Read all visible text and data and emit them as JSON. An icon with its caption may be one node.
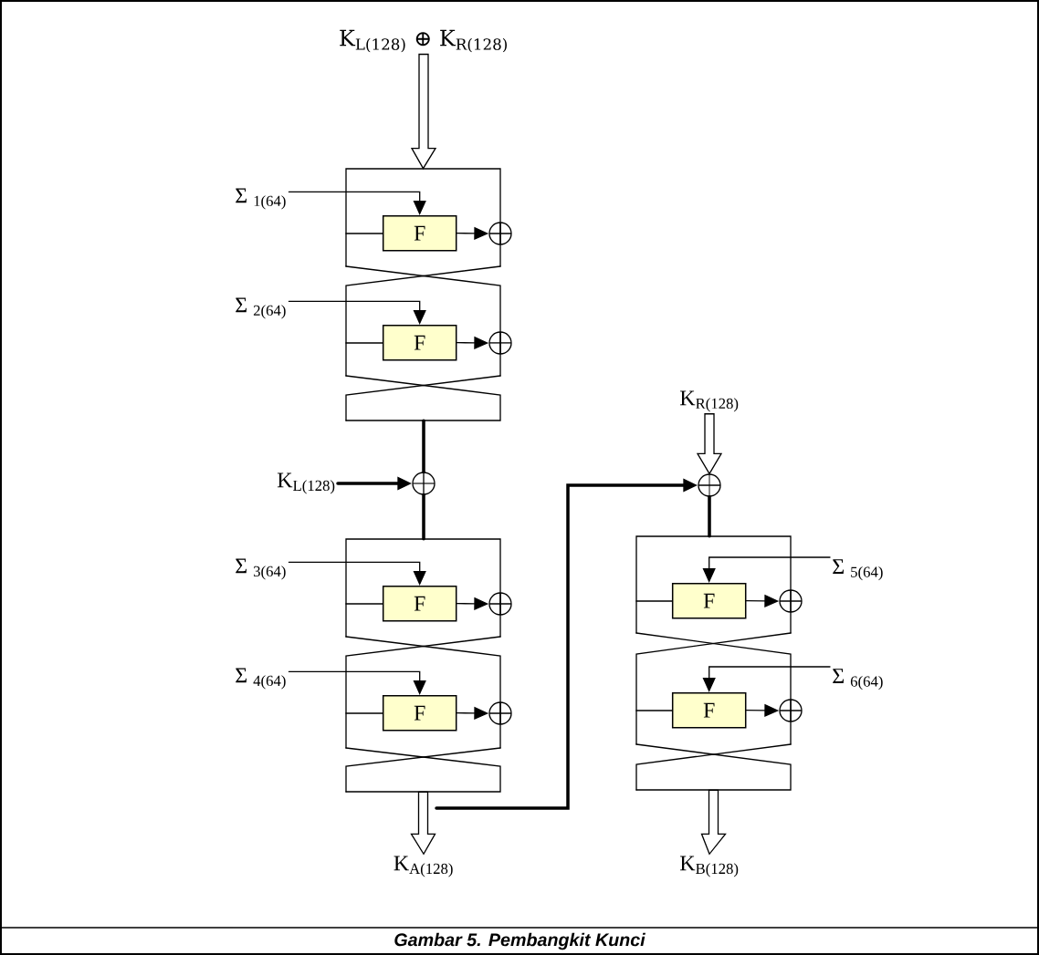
{
  "diagram": {
    "caption": "Gambar 5. Pembangkit Kunci",
    "nodes": [
      {
        "text": [
          "K$_{L(128)}$ ⊕ K$_{R(128)}$"
        ]
      },
      {
        "text": [],
        "shape": "box"
      },
      {
        "text": [
          "Σ $_{1(64)}$"
        ]
      },
      {
        "text": [
          "F"
        ],
        "in": 1
      },
      {
        "text": [],
        "shape": "circle"
      },
      {
        "text": [
          "Σ $_{2(64)}$"
        ]
      },
      {
        "text": [
          "F"
        ],
        "in": 1
      },
      {
        "text": [],
        "shape": "circle"
      },
      {
        "text": [
          "K$_{L(128)}$"
        ]
      },
      {
        "text": [],
        "shape": "circle"
      },
      {
        "text": [],
        "shape": "box"
      },
      {
        "text": [
          "Σ $_{3(64)}$"
        ]
      },
      {
        "text": [
          "F"
        ],
        "in": 10
      },
      {
        "text": [],
        "shape": "circle"
      },
      {
        "text": [
          "Σ $_{4(64)}$"
        ]
      },
      {
        "text": [
          "F"
        ],
        "in": 10
      },
      {
        "text": [],
        "shape": "circle"
      },
      {
        "text": [
          "K$_{A(128)}$"
        ]
      },
      {
        "text": [
          "K$_{R(128)}$"
        ]
      },
      {
        "text": [],
        "shape": "circle"
      },
      {
        "text": [],
        "shape": "box"
      },
      {
        "text": [
          "Σ $_{5(64)}$"
        ]
      },
      {
        "text": [
          "F"
        ],
        "in": 20
      },
      {
        "text": [],
        "shape": "circle"
      },
      {
        "text": [
          "Σ $_{6(64)}$"
        ]
      },
      {
        "text": [
          "F"
        ],
        "in": 20
      },
      {
        "text": [],
        "shape": "circle"
      },
      {
        "text": [
          "K$_{B(128)}$"
        ]
      }
    ],
    "edges": [
      {
        "from": 0,
        "to": 1,
        "arrow": "to"
      },
      {
        "from": 2,
        "to": 3,
        "arrow": "to"
      },
      {
        "from": 3,
        "to": 4,
        "arrow": "to"
      },
      {
        "from": 5,
        "to": 6,
        "arrow": "to"
      },
      {
        "from": 6,
        "to": 7,
        "arrow": "to"
      },
      {
        "from": 8,
        "to": 9,
        "arrow": "to",
        "style": "thick"
      },
      {
        "from": 1,
        "to": 9,
        "arrow": "none",
        "style": "thick"
      },
      {
        "from": 9,
        "to": 10,
        "arrow": "none",
        "style": "thick"
      },
      {
        "from": 11,
        "to": 12,
        "arrow": "to"
      },
      {
        "from": 12,
        "to": 13,
        "arrow": "to"
      },
      {
        "from": 14,
        "to": 15,
        "arrow": "to"
      },
      {
        "from": 15,
        "to": 16,
        "arrow": "to"
      },
      {
        "from": 10,
        "to": 17,
        "arrow": "to"
      },
      {
        "from": null,
        "to": 19,
        "arrow": "to",
        "style": "thick"
      },
      {
        "from": 18,
        "to": 19,
        "arrow": "to"
      },
      {
        "from": 19,
        "to": 20,
        "arrow": "none",
        "style": "thick"
      },
      {
        "from": 21,
        "to": 22,
        "arrow": "to"
      },
      {
        "from": 22,
        "to": 23,
        "arrow": "to"
      },
      {
        "from": 24,
        "to": 25,
        "arrow": "to"
      },
      {
        "from": 25,
        "to": 26,
        "arrow": "to"
      },
      {
        "from": 20,
        "to": 27,
        "arrow": "to"
      }
    ]
  }
}
